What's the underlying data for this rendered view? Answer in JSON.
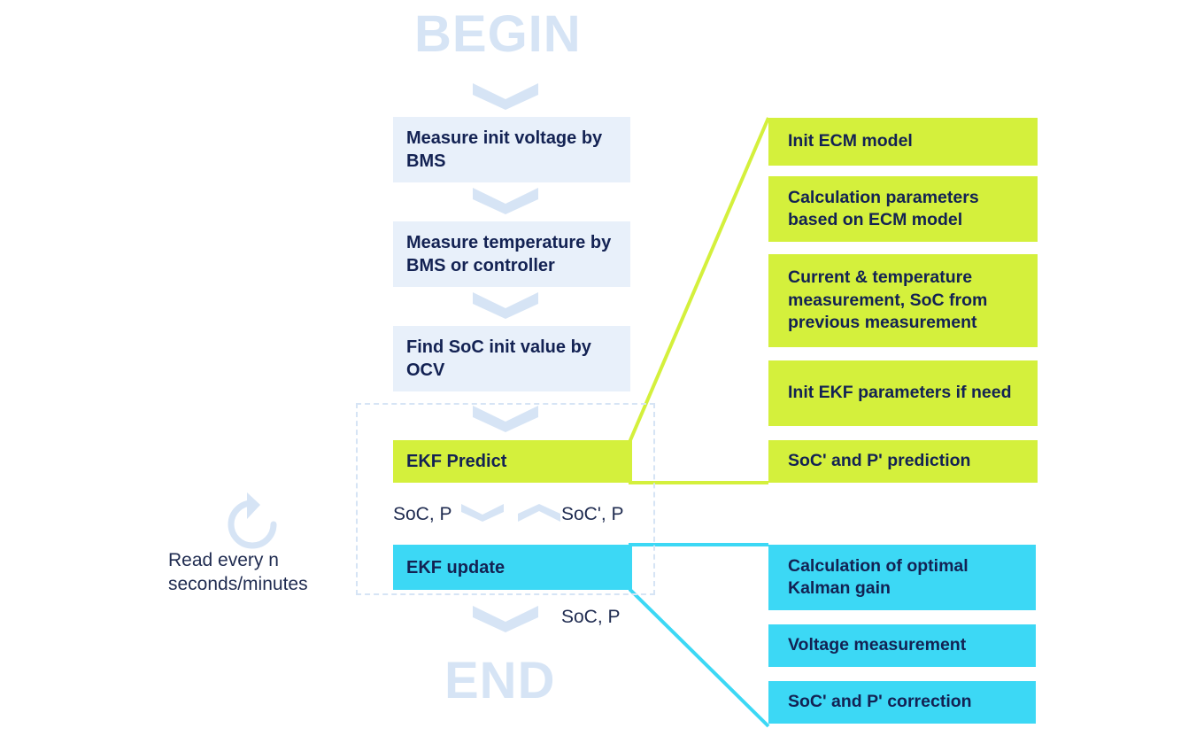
{
  "diagram": {
    "title_begin": "BEGIN",
    "title_end": "END",
    "colors": {
      "light_blue": "#e8f0fa",
      "green": "#d4f03c",
      "cyan": "#3cd8f5",
      "text_dark": "#132253",
      "pale_blue": "#d6e4f5"
    }
  },
  "main_flow": {
    "steps": [
      {
        "label": "Measure init voltage by BMS",
        "color": "light-blue"
      },
      {
        "label": "Measure temperature by BMS or controller",
        "color": "light-blue"
      },
      {
        "label": "Find SoC init value by OCV",
        "color": "light-blue"
      },
      {
        "label": "EKF Predict",
        "color": "green"
      },
      {
        "label": "EKF update",
        "color": "cyan"
      }
    ]
  },
  "predict_details": {
    "items": [
      "Init ECM model",
      "Calculation parameters based on ECM model",
      "Current & temperature measurement, SoC from previous measurement",
      "Init EKF parameters if need",
      "SoC' and P' prediction"
    ]
  },
  "update_details": {
    "items": [
      "Calculation of optimal Kalman gain",
      "Voltage measurement",
      "SoC' and P' correction"
    ]
  },
  "annotations": {
    "predict_input": "SoC, P",
    "predict_output": "SoC', P",
    "update_output": "SoC, P",
    "loop_label": "Read every n seconds/minutes"
  }
}
